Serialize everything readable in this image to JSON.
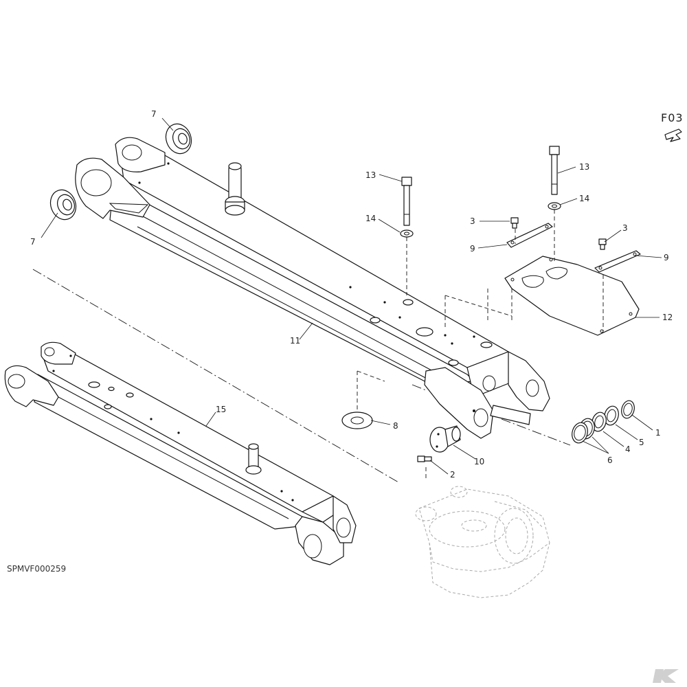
{
  "drawing": {
    "code": "SPMVF000259",
    "page_ref": "F03",
    "ref_arrow_icon": "arrow-pointer-icon",
    "logo_icon": "brand-k-logo-icon",
    "line_color": "#111111",
    "ghost_color": "#a8a8a8"
  },
  "callouts": {
    "c1": "1",
    "c2": "2",
    "c3a": "3",
    "c3b": "3",
    "c4": "4",
    "c5": "5",
    "c6": "6",
    "c7a": "7",
    "c7b": "7",
    "c8": "8",
    "c9a": "9",
    "c9b": "9",
    "c10": "10",
    "c11": "11",
    "c12": "12",
    "c13a": "13",
    "c13b": "13",
    "c14a": "14",
    "c14b": "14",
    "c15": "15"
  }
}
